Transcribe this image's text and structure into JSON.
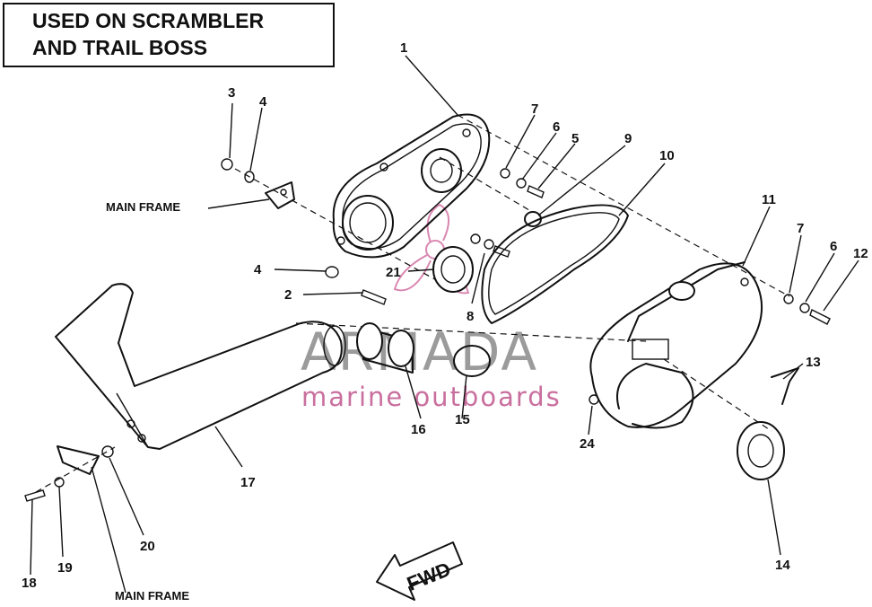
{
  "banner": {
    "line1": "USED ON SCRAMBLER",
    "line2": "AND TRAIL BOSS"
  },
  "labels": {
    "main_frame_top": "MAIN FRAME",
    "main_frame_bottom": "MAIN FRAME",
    "fwd": "FWD"
  },
  "callouts": {
    "c1": "1",
    "c2": "2",
    "c3": "3",
    "c4a": "4",
    "c4b": "4",
    "c5": "5",
    "c6a": "6",
    "c6b": "6",
    "c7a": "7",
    "c7b": "7",
    "c8": "8",
    "c9": "9",
    "c10": "10",
    "c11": "11",
    "c12": "12",
    "c13": "13",
    "c14": "14",
    "c15": "15",
    "c16": "16",
    "c17": "17",
    "c18": "18",
    "c19": "19",
    "c20": "20",
    "c21": "21",
    "c24": "24"
  },
  "watermark": {
    "title": "ARMADA",
    "subtitle": "marine outboards",
    "accent_color": "#c0568e",
    "icon": "propeller-icon"
  }
}
